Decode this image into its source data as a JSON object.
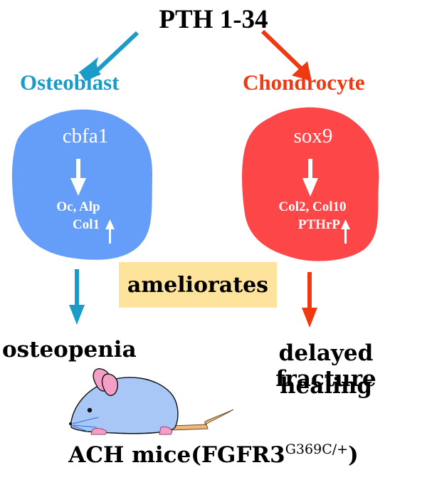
{
  "title": "PTH 1-34",
  "colors": {
    "osteoblast": "#1b9bc7",
    "chondrocyte": "#ee3a13",
    "osteoblast_cell": "#649ef9",
    "chondrocyte_cell": "#fd4648",
    "ameliorates_bg": "#fde39c",
    "mouse_body": "#a9c7f6",
    "mouse_ear": "#f39fc8",
    "mouse_tail": "#f0b877"
  },
  "osteoblast": {
    "label": "Osteoblast",
    "factor": "cbfa1",
    "targets_line1": "Oc, Alp",
    "targets_line2": "Col1",
    "up_arrow": "↑",
    "outcome": "osteopenia"
  },
  "chondrocyte": {
    "label": "Chondrocyte",
    "factor": "sox9",
    "targets_line1": "Col2, Col10",
    "targets_line2": "PTHrP",
    "up_arrow": "↑",
    "outcome_line1": "delayed fracture",
    "outcome_line2": "healing"
  },
  "center": {
    "label": "ameliorates"
  },
  "caption": {
    "main": "ACH mice(FGFR3",
    "superscript": "G369C/+",
    "close": ")"
  },
  "icons": {
    "mouse": "mouse-illustration"
  }
}
